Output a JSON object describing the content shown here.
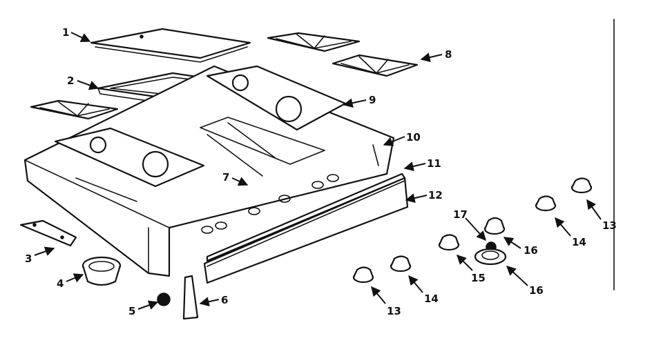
{
  "colors": {
    "ink": "#111111",
    "paper": "#ffffff"
  },
  "callouts": [
    {
      "id": "c1",
      "text": "1"
    },
    {
      "id": "c2",
      "text": "2"
    },
    {
      "id": "c3",
      "text": "3"
    },
    {
      "id": "c4",
      "text": "4"
    },
    {
      "id": "c5",
      "text": "5"
    },
    {
      "id": "c6",
      "text": "6"
    },
    {
      "id": "c7",
      "text": "7"
    },
    {
      "id": "c8",
      "text": "8"
    },
    {
      "id": "c9",
      "text": "9"
    },
    {
      "id": "c10",
      "text": "10"
    },
    {
      "id": "c11",
      "text": "11"
    },
    {
      "id": "c12",
      "text": "12"
    },
    {
      "id": "c13a",
      "text": "13"
    },
    {
      "id": "c13b",
      "text": "13"
    },
    {
      "id": "c14a",
      "text": "14"
    },
    {
      "id": "c14b",
      "text": "14"
    },
    {
      "id": "c15",
      "text": "15"
    },
    {
      "id": "c16a",
      "text": "16"
    },
    {
      "id": "c16b",
      "text": "16"
    },
    {
      "id": "c17",
      "text": "17"
    }
  ]
}
